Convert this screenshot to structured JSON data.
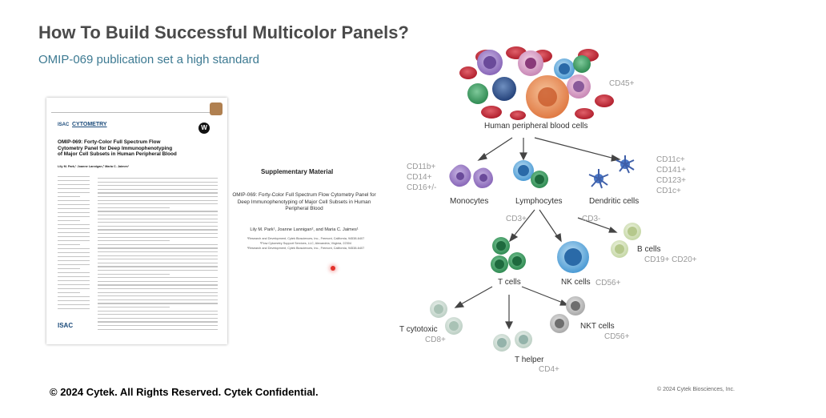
{
  "slide": {
    "title": "How To Build Successful Multicolor Panels?",
    "subtitle": "OMIP-069 publication set a high standard",
    "footer": "© 2024 Cytek. All Rights Reserved. Cytek Confidential.",
    "copyright_small": "© 2024 Cytek Biosciences, Inc."
  },
  "paper": {
    "journal_prefix": "ISAC",
    "journal_name": "CYTOMETRY",
    "publisher_mark": "W",
    "title": "OMIP-069: Forty-Color Full Spectrum Flow Cytometry Panel for Deep Immunophenotyping of Major Cell Subsets in Human Peripheral Blood",
    "authors": "Lily M. Park,¹ Joanne Lannigan,² Maria C. Jaimes¹",
    "footer_logo": "ISAC"
  },
  "supplement": {
    "heading": "Supplementary Material",
    "title": "OMIP-069: Forty-Color Full Spectrum Flow Cytometry Panel for Deep Immunophenotyping of Major Cell Subsets in Human Peripheral Blood",
    "authors": "Lily M. Park¹, Joanne Lannigan², and Maria C. Jaimes¹",
    "affiliations": [
      "¹Research and Development, Cytek Biosciences, Inc., Fremont, California, 94538-6407",
      "²Flow Cytometry Support Services, LLC, Alexandria, Virginia, 22304",
      "¹Research and Development, Cytek Biosciences, Inc., Fremont, California, 94538-6407"
    ]
  },
  "diagram": {
    "root": "Human peripheral blood cells",
    "root_marker": "CD45+",
    "monocytes": {
      "label": "Monocytes",
      "markers": [
        "CD11b+",
        "CD14+",
        "CD16+/-"
      ]
    },
    "lymphocytes": {
      "label": "Lymphocytes"
    },
    "dendritic": {
      "label": "Dendritic cells",
      "markers": [
        "CD11c+",
        "CD141+",
        "CD123+",
        "CD1c+"
      ]
    },
    "t_cells": {
      "label": "T cells",
      "marker": "CD3+"
    },
    "cd3_neg": "CD3-",
    "b_cells": {
      "label": "B cells",
      "marker": "CD19+ CD20+"
    },
    "nk_cells": {
      "label": "NK cells",
      "marker": "CD56+"
    },
    "t_cytotoxic": {
      "label": "T cytotoxic",
      "marker": "CD8+"
    },
    "t_helper": {
      "label": "T helper",
      "marker": "CD4+"
    },
    "nkt_cells": {
      "label": "NKT cells",
      "marker": "CD56+"
    }
  }
}
